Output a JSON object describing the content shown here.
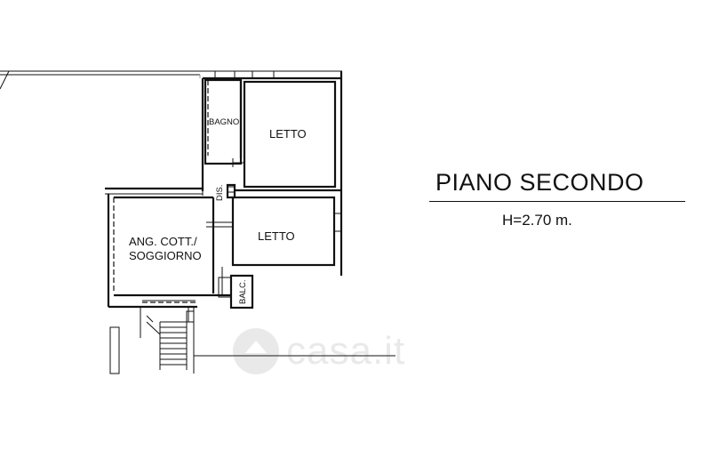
{
  "plan": {
    "floor_title": "PIANO SECONDO",
    "ceiling_height": "H=2.70 m.",
    "rooms": {
      "bagno": "BAGNO",
      "letto_top": "LETTO",
      "dis": "DIS.",
      "letto_bottom": "LETTO",
      "living_line1": "ANG. COTT./",
      "living_line2": "SOGGIORNO",
      "balc": "BALC."
    },
    "watermark": "casa.it",
    "colors": {
      "lines": "#111111",
      "watermark": "#555555"
    }
  }
}
